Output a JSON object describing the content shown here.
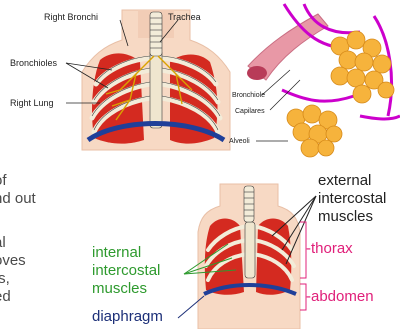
{
  "top_left_diagram": {
    "right_bronchi_label": "Right Bronchi",
    "trachea_label": "Trachea",
    "bronchioles_label": "Bronchioles",
    "right_lung_label": "Right Lung"
  },
  "alveoli_diagram": {
    "bronchiole_label": "Bronchiole",
    "capilares_label": "Capilares",
    "alveoli_label": "Alveoli"
  },
  "bottom_diagram": {
    "external_label_lines": [
      "external",
      "intercostal",
      "muscles"
    ],
    "internal_label_lines": [
      "internal",
      "intercostal",
      "muscles"
    ],
    "thorax_label": "-thorax",
    "abdomen_label": "-abdomen",
    "diaphragm_label": "diaphragm"
  },
  "left_edge_text_fragments": [
    "of",
    "nd out",
    "al",
    "oves",
    "ts,",
    "ed"
  ],
  "colors": {
    "skin": "#f7d9c4",
    "lung": "#d42a20",
    "diaphragm": "#1f3f99",
    "rib": "#f3ecd9",
    "bronchus_pink": "#e898a6",
    "capillary_magenta": "#cc00cc",
    "alveoli_orange": "#f6b33c",
    "internal_green": "#2e9a2e",
    "bracket_pink": "#e0207a",
    "diaphragm_navy": "#1c2f78"
  }
}
